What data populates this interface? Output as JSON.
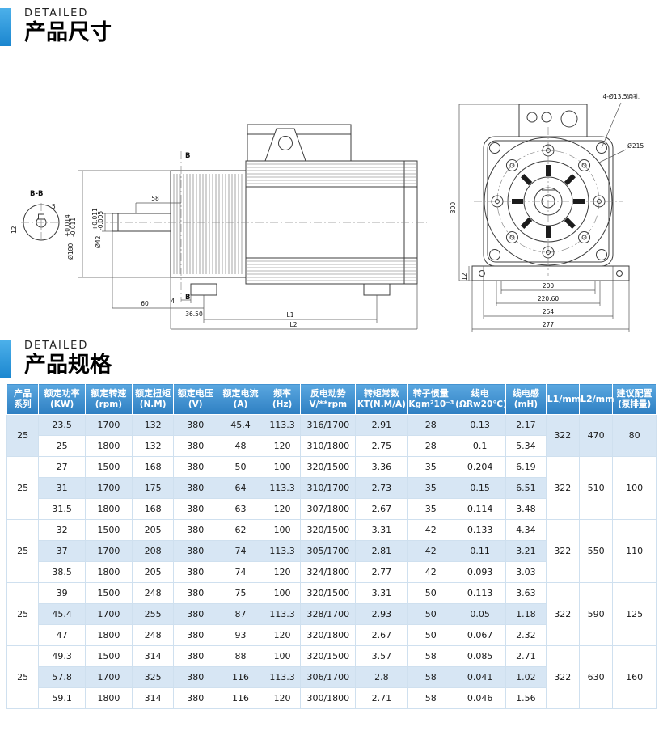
{
  "sections": {
    "dimensions": {
      "eyebrow": "DETAILED",
      "title": "产品尺寸"
    },
    "specs": {
      "eyebrow": "DETAILED",
      "title": "产品规格"
    }
  },
  "drawings": {
    "side": {
      "section_label": "B-B",
      "dim_key_width": "12",
      "dim_key_depth": "5",
      "dia_flange": "Ø180",
      "tol_flange_upper": "+0.014",
      "tol_flange_lower": "-0.011",
      "dia_shaft": "Ø42",
      "tol_shaft_upper": "+0.011",
      "tol_shaft_lower": "-0.005",
      "dim_shaft_len": "58",
      "section_marker": "B",
      "dim_foot_offset": "4",
      "dim_front": "60",
      "dim_foot": "36.50",
      "dim_l1": "L1",
      "dim_l2": "L2"
    },
    "front": {
      "dim_height": "300",
      "dim_base_thickness": "12",
      "dim_bolt_span": "200",
      "dim_mid_span": "220.60",
      "dim_flange_width": "254",
      "dim_base_width": "277",
      "hole_note": "4-Ø13.5通孔",
      "dia_outer": "Ø215"
    }
  },
  "table": {
    "headers": [
      {
        "line1": "产品",
        "line2": "系列"
      },
      {
        "line1": "额定功率",
        "line2": "(KW)"
      },
      {
        "line1": "额定转速",
        "line2": "(rpm)"
      },
      {
        "line1": "额定扭矩",
        "line2": "(N.M)"
      },
      {
        "line1": "额定电压",
        "line2": "(V)"
      },
      {
        "line1": "额定电流",
        "line2": "(A)"
      },
      {
        "line1": "频率",
        "line2": "(Hz)"
      },
      {
        "line1": "反电动势",
        "line2": "V/**rpm"
      },
      {
        "line1": "转矩常数",
        "line2": "KT(N.M/A)"
      },
      {
        "line1": "转子惯量",
        "line2": "Kgm²10⁻³"
      },
      {
        "line1": "线电",
        "line2": "(ΩRw20℃)"
      },
      {
        "line1": "线电感",
        "line2": "(mH)"
      },
      {
        "line1": "L1/mm",
        "line2": ""
      },
      {
        "line1": "L2/mm",
        "line2": ""
      },
      {
        "line1": "建议配置",
        "line2": "(泵排量)"
      }
    ],
    "groups": [
      {
        "series": "25",
        "l1": "322",
        "l2": "470",
        "pump": "80",
        "rows": [
          [
            "23.5",
            "1700",
            "132",
            "380",
            "45.4",
            "113.3",
            "316/1700",
            "2.91",
            "28",
            "0.13",
            "2.17"
          ],
          [
            "25",
            "1800",
            "132",
            "380",
            "48",
            "120",
            "310/1800",
            "2.75",
            "28",
            "0.1",
            "5.34"
          ]
        ]
      },
      {
        "series": "25",
        "l1": "322",
        "l2": "510",
        "pump": "100",
        "rows": [
          [
            "27",
            "1500",
            "168",
            "380",
            "50",
            "100",
            "320/1500",
            "3.36",
            "35",
            "0.204",
            "6.19"
          ],
          [
            "31",
            "1700",
            "175",
            "380",
            "64",
            "113.3",
            "310/1700",
            "2.73",
            "35",
            "0.15",
            "6.51"
          ],
          [
            "31.5",
            "1800",
            "168",
            "380",
            "63",
            "120",
            "307/1800",
            "2.67",
            "35",
            "0.114",
            "3.48"
          ]
        ]
      },
      {
        "series": "25",
        "l1": "322",
        "l2": "550",
        "pump": "110",
        "rows": [
          [
            "32",
            "1500",
            "205",
            "380",
            "62",
            "100",
            "320/1500",
            "3.31",
            "42",
            "0.133",
            "4.34"
          ],
          [
            "37",
            "1700",
            "208",
            "380",
            "74",
            "113.3",
            "305/1700",
            "2.81",
            "42",
            "0.11",
            "3.21"
          ],
          [
            "38.5",
            "1800",
            "205",
            "380",
            "74",
            "120",
            "324/1800",
            "2.77",
            "42",
            "0.093",
            "3.03"
          ]
        ]
      },
      {
        "series": "25",
        "l1": "322",
        "l2": "590",
        "pump": "125",
        "rows": [
          [
            "39",
            "1500",
            "248",
            "380",
            "75",
            "100",
            "320/1500",
            "3.31",
            "50",
            "0.113",
            "3.63"
          ],
          [
            "45.4",
            "1700",
            "255",
            "380",
            "87",
            "113.3",
            "328/1700",
            "2.93",
            "50",
            "0.05",
            "1.18"
          ],
          [
            "47",
            "1800",
            "248",
            "380",
            "93",
            "120",
            "320/1800",
            "2.67",
            "50",
            "0.067",
            "2.32"
          ]
        ]
      },
      {
        "series": "25",
        "l1": "322",
        "l2": "630",
        "pump": "160",
        "rows": [
          [
            "49.3",
            "1500",
            "314",
            "380",
            "88",
            "100",
            "320/1500",
            "3.57",
            "58",
            "0.085",
            "2.71"
          ],
          [
            "57.8",
            "1700",
            "325",
            "380",
            "116",
            "113.3",
            "306/1700",
            "2.8",
            "58",
            "0.041",
            "1.02"
          ],
          [
            "59.1",
            "1800",
            "314",
            "380",
            "116",
            "120",
            "300/1800",
            "2.71",
            "58",
            "0.046",
            "1.56"
          ]
        ]
      }
    ]
  }
}
